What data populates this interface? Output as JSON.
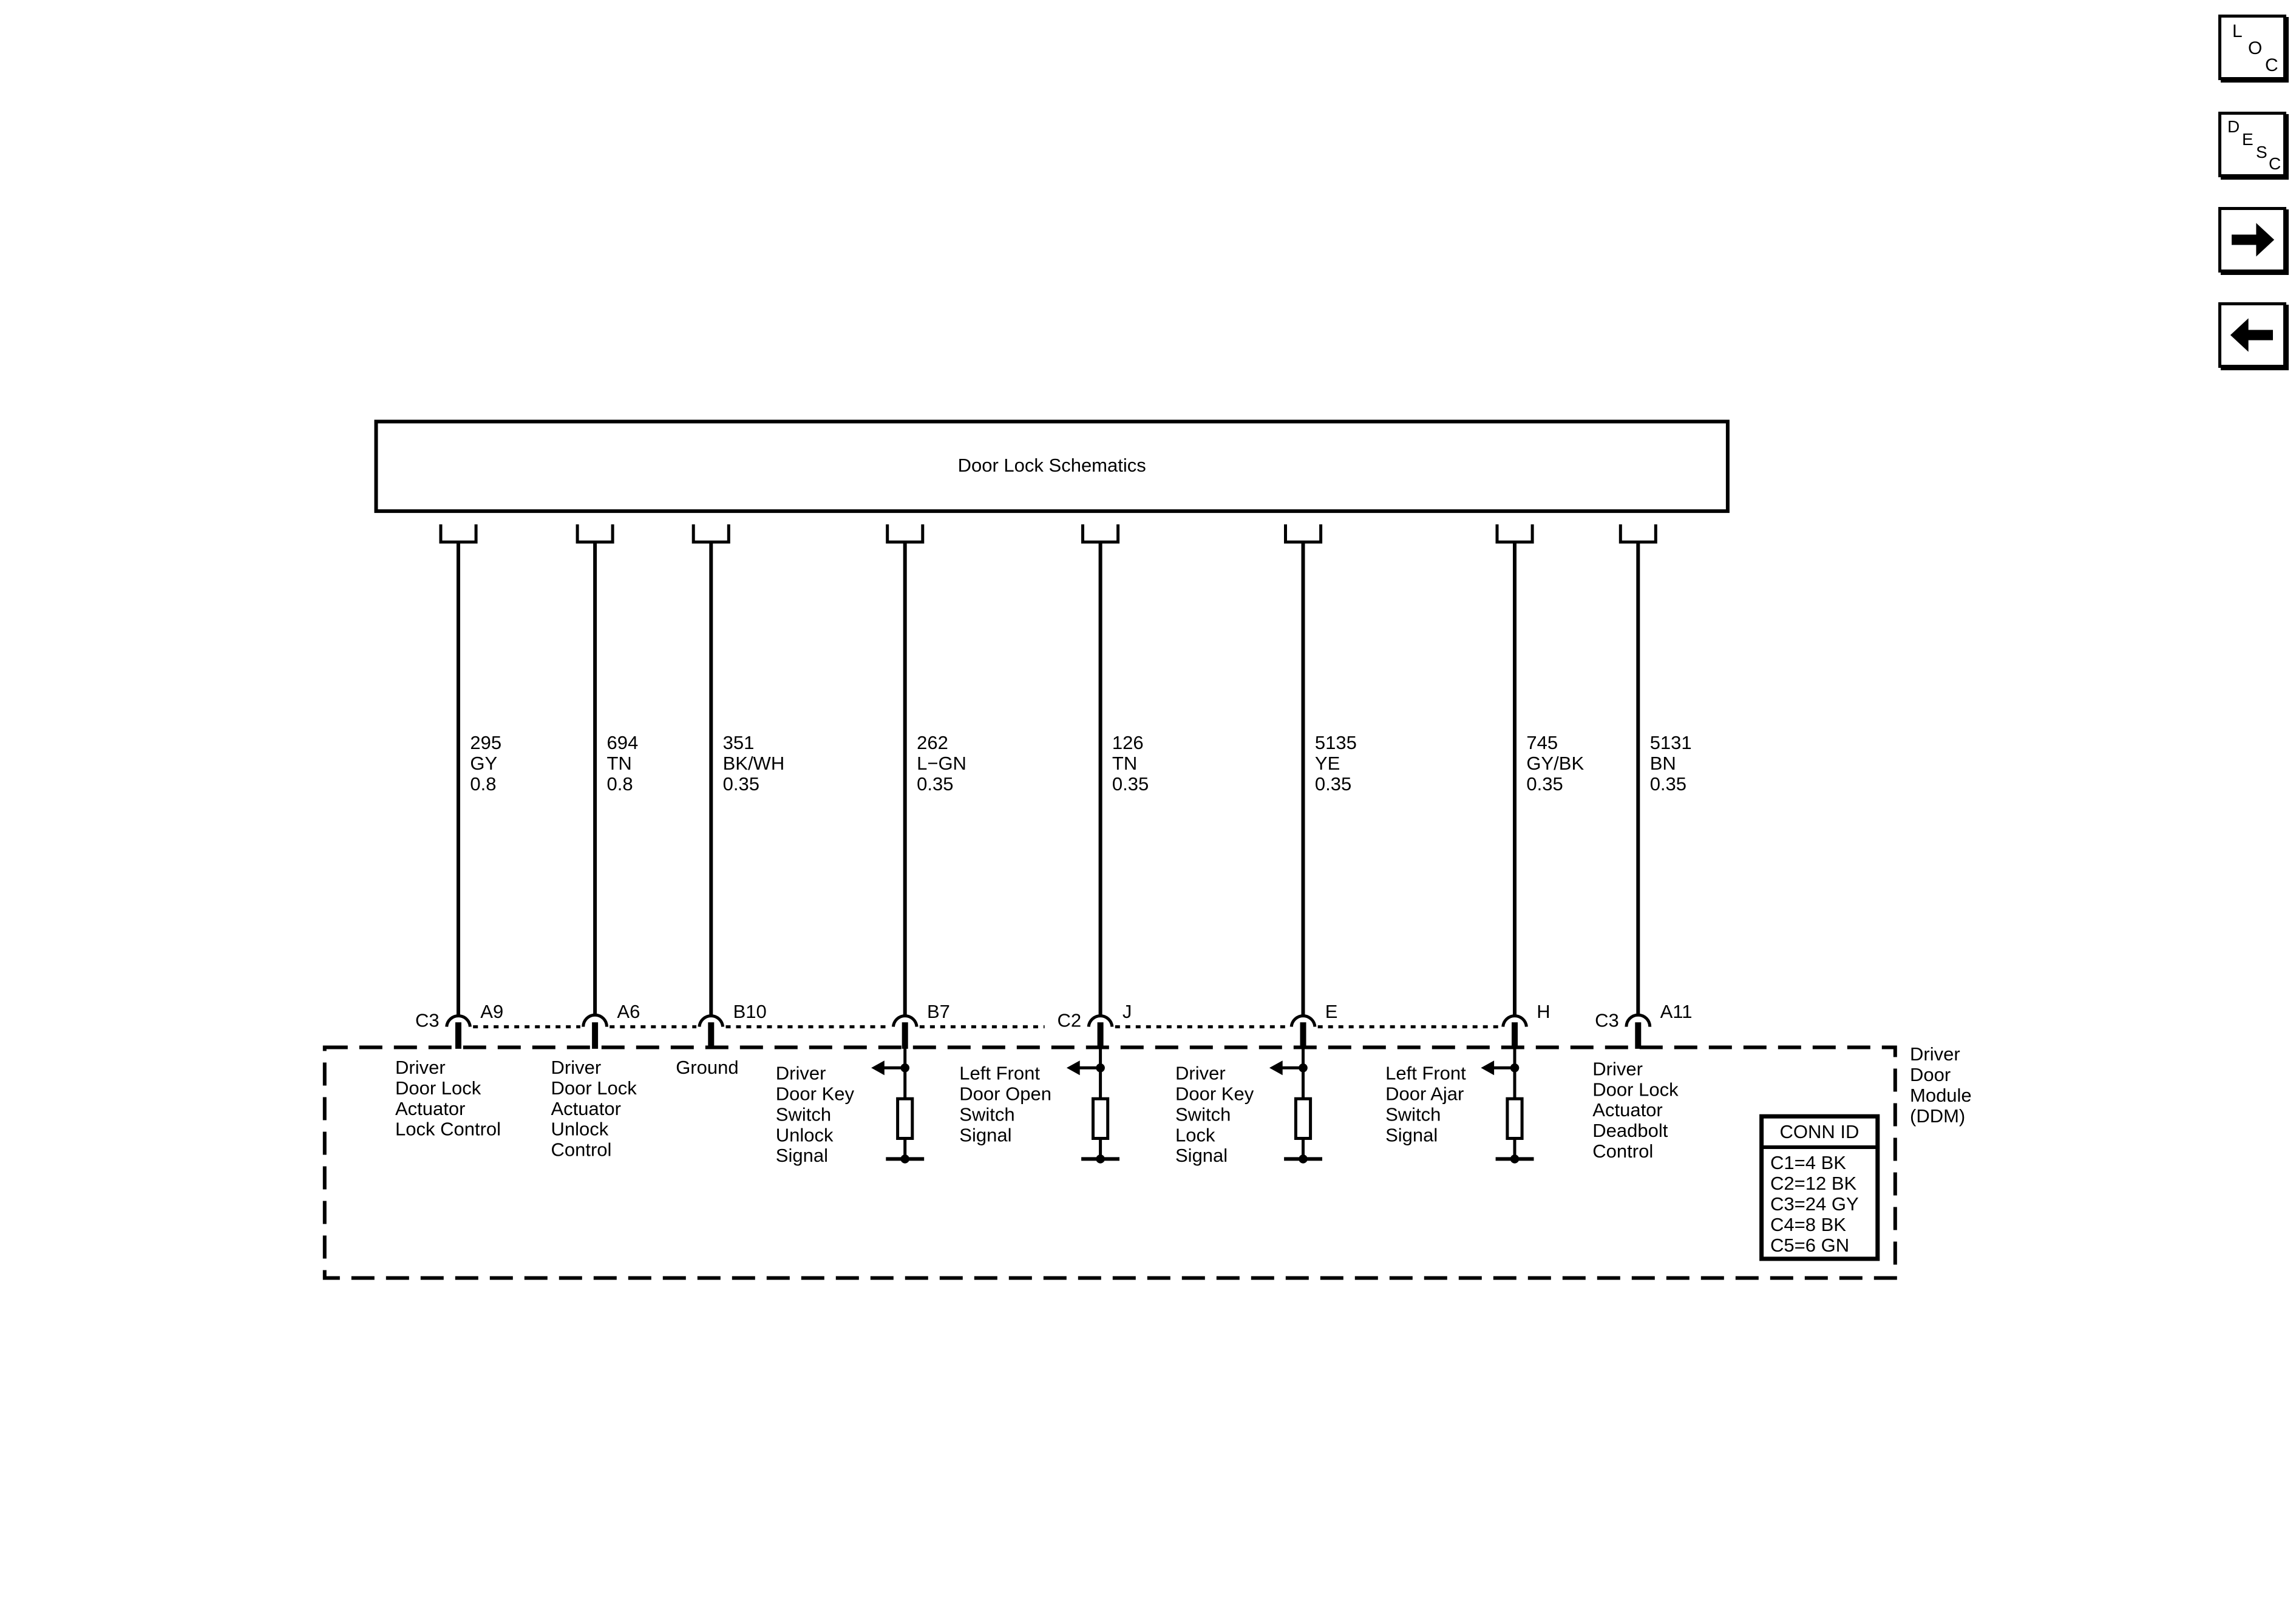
{
  "nav": {
    "loc": {
      "letters": [
        "L",
        "O",
        "C"
      ]
    },
    "desc": {
      "letters": [
        "D",
        "E",
        "S",
        "C"
      ]
    },
    "next": {
      "icon": "right-arrow-icon"
    },
    "prev": {
      "icon": "left-arrow-icon"
    }
  },
  "schematic": {
    "title": "Door Lock Schematics"
  },
  "circuits": [
    {
      "circuit": "295",
      "color": "GY",
      "size": "0.8",
      "connector": "C3",
      "pin": "A9",
      "function": [
        "Driver",
        "Door Lock",
        "Actuator",
        "Lock Control"
      ],
      "switch": false
    },
    {
      "circuit": "694",
      "color": "TN",
      "size": "0.8",
      "pin": "A6",
      "function": [
        "Driver",
        "Door Lock",
        "Actuator",
        "Unlock",
        "Control"
      ],
      "switch": false
    },
    {
      "circuit": "351",
      "color": "BK/WH",
      "size": "0.35",
      "pin": "B10",
      "function": [
        "Ground"
      ],
      "switch": false
    },
    {
      "circuit": "262",
      "color": "L−GN",
      "size": "0.35",
      "pin": "B7",
      "function": [
        "Driver",
        "Door Key",
        "Switch",
        "Unlock",
        "Signal"
      ],
      "switch": true
    },
    {
      "circuit": "126",
      "color": "TN",
      "size": "0.35",
      "connector": "C2",
      "pin": "J",
      "function": [
        "Left Front",
        "Door Open",
        "Switch",
        "Signal"
      ],
      "switch": true
    },
    {
      "circuit": "5135",
      "color": "YE",
      "size": "0.35",
      "pin": "E",
      "function": [
        "Driver",
        "Door Key",
        "Switch",
        "Lock",
        "Signal"
      ],
      "switch": true
    },
    {
      "circuit": "745",
      "color": "GY/BK",
      "size": "0.35",
      "pin": "H",
      "function": [
        "Left Front",
        "Door Ajar",
        "Switch",
        "Signal"
      ],
      "switch": true
    },
    {
      "circuit": "5131",
      "color": "BN",
      "size": "0.35",
      "connector": "C3",
      "pin": "A11",
      "function": [
        "Driver",
        "Door Lock",
        "Actuator",
        "Deadbolt",
        "Control"
      ],
      "switch": false
    }
  ],
  "module": {
    "name": [
      "Driver",
      "Door",
      "Module",
      "(DDM)"
    ]
  },
  "conn_id": {
    "header": "CONN ID",
    "rows": [
      "C1=4 BK",
      "C2=12 BK",
      "C3=24 GY",
      "C4=8 BK",
      "C5=6 GN"
    ]
  }
}
